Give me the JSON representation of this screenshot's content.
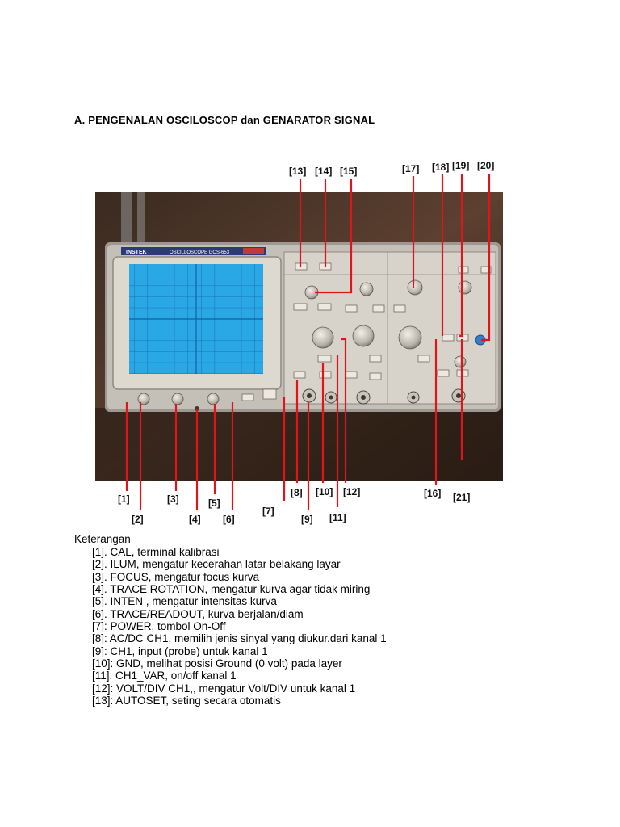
{
  "title": "A. PENGENALAN OSCILOSCOP dan GENARATOR SIGNAL",
  "photo": {
    "brand": "INSTEK",
    "model": "OSCILLOSCOPE GOS-653"
  },
  "callouts": {
    "top": [
      "[13]",
      "[14]",
      "[15]",
      "[17]",
      "[18]",
      "[19]",
      "[20]"
    ],
    "bottom": [
      "[1]",
      "[2]",
      "[3]",
      "[4]",
      "[5]",
      "[6]",
      "[7]",
      "[8]",
      "[9]",
      "[10]",
      "[11]",
      "[12]",
      "[16]",
      "[21]"
    ]
  },
  "keterangan": {
    "heading": "Keterangan",
    "items": [
      "[1]. CAL, terminal kalibrasi",
      "[2]. ILUM, mengatur kecerahan latar belakang layar",
      "[3]. FOCUS, mengatur focus kurva",
      "[4]. TRACE ROTATION, mengatur kurva agar tidak miring",
      "[5]. INTEN , mengatur intensitas kurva",
      "[6]. TRACE/READOUT, kurva berjalan/diam",
      "[7]: POWER, tombol On-Off",
      "[8]: AC/DC CH1, memilih jenis sinyal yang diukur.dari kanal 1",
      "[9]: CH1, input (probe) untuk kanal 1",
      "[10]: GND, melihat posisi Ground (0 volt) pada layer",
      "[11]: CH1_VAR, on/off kanal 1",
      "[12]: VOLT/DIV CH1,, mengatur Volt/DIV untuk kanal 1",
      "[13]: AUTOSET, seting secara otomatis"
    ]
  },
  "colors": {
    "callout_line": "#e0141b",
    "screen": "#2aa8e6",
    "panel": "#b8b4ad"
  }
}
